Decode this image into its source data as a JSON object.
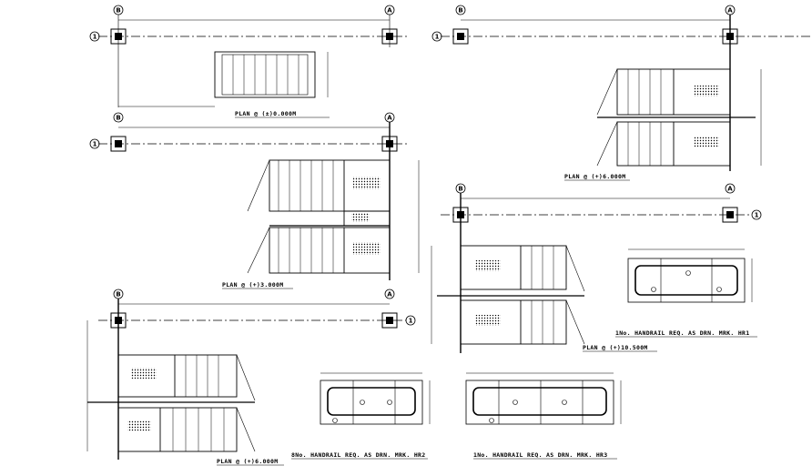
{
  "drawing": {
    "plans": [
      {
        "id": "plan-0",
        "caption": "PLAN @ (±)0.000M",
        "grid_left": "B",
        "grid_right": "A",
        "grid_row": "1"
      },
      {
        "id": "plan-3",
        "caption": "PLAN @ (+)3.000M",
        "grid_left": "B",
        "grid_right": "A",
        "grid_row": "1"
      },
      {
        "id": "plan-6a",
        "caption": "PLAN @ (+)6.000M",
        "grid_left": "B",
        "grid_right": "A",
        "grid_row": "1"
      },
      {
        "id": "plan-6b",
        "caption": "PLAN @ (+)6.000M",
        "grid_left": "B",
        "grid_right": "A",
        "grid_row": "1"
      },
      {
        "id": "plan-10",
        "caption": "PLAN @ (+)10.500M",
        "grid_left": "B",
        "grid_right": "A",
        "grid_row": "1"
      }
    ],
    "handrails": [
      {
        "id": "hr1",
        "caption": "1No. HANDRAIL REQ. AS DRN. MRK. HR1"
      },
      {
        "id": "hr2",
        "caption": "8No. HANDRAIL REQ. AS DRN. MRK. HR2"
      },
      {
        "id": "hr3",
        "caption": "1No. HANDRAIL REQ. AS DRN. MRK. HR3"
      }
    ]
  }
}
